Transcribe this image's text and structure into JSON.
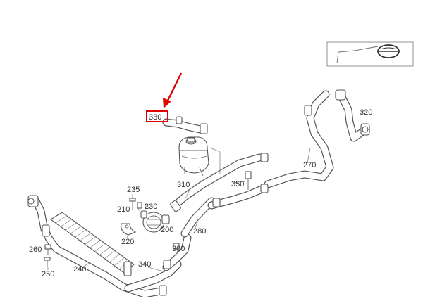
{
  "callouts": {
    "c330": "330",
    "c320": "320",
    "c270": "270",
    "c310": "310",
    "c350": "350",
    "c235": "235",
    "c210": "210",
    "c230": "230",
    "c220": "220",
    "c200": "200",
    "c280": "280",
    "c300": "300",
    "c340": "340",
    "c260": "260",
    "c250": "250",
    "c240": "240"
  },
  "highlight": {
    "label": "330",
    "box_color": "#e00000",
    "arrow_color": "#e00000"
  },
  "inset": {
    "icon": "vehicle-front-view-icon"
  }
}
